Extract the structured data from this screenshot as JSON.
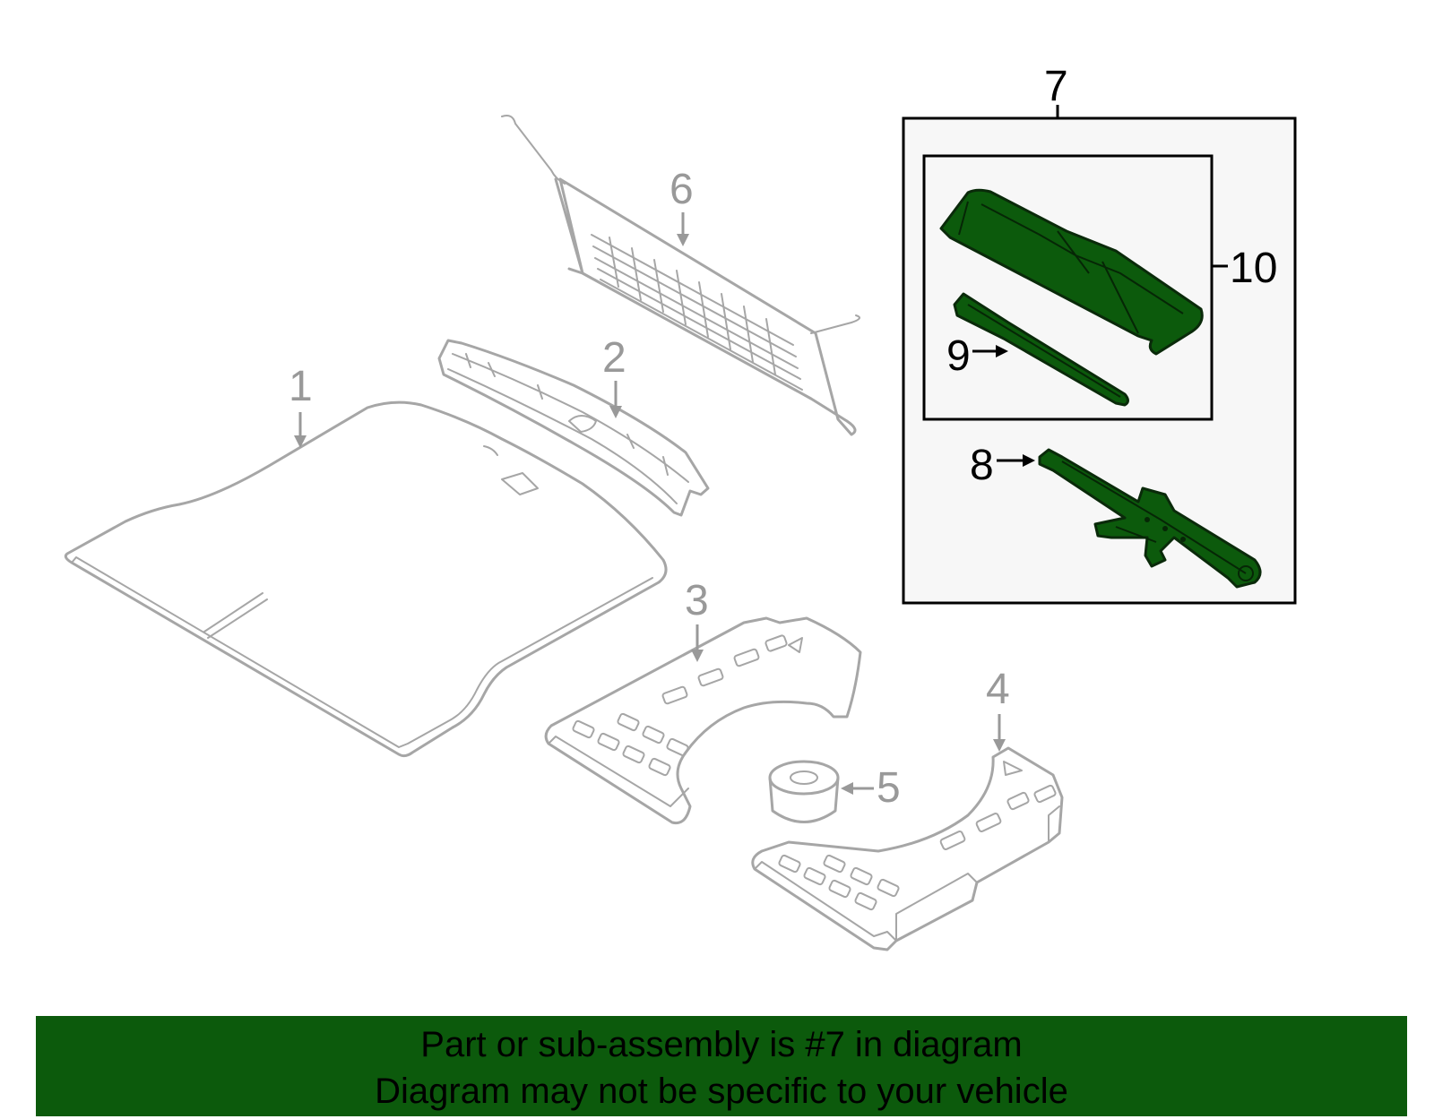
{
  "callouts": {
    "part1": "1",
    "part2": "2",
    "part3": "3",
    "part4": "4",
    "part5": "5",
    "part6": "6",
    "part7": "7",
    "part8": "8",
    "part9": "9",
    "part10": "10"
  },
  "banner": {
    "line1": "Part or sub-assembly is #7 in diagram",
    "line2": "Diagram may not be specific to your vehicle"
  },
  "colors": {
    "highlight_green": "#0c5a0c",
    "part_outline_gray": "#a6a6a6",
    "callout_gray": "#999999",
    "box_fill": "#f7f7f7"
  }
}
